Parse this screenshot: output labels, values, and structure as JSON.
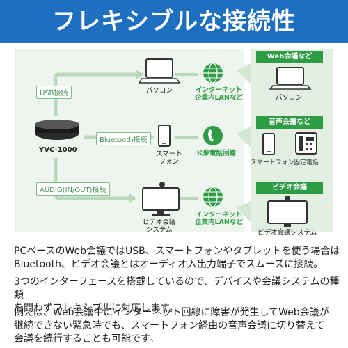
{
  "header": {
    "title": "フレキシブルな接続性"
  },
  "diagram": {
    "device_name": "YVC-1000",
    "links": {
      "usb": "USB接続",
      "bluetooth": "Bluetooth接続",
      "audio": "AUDIO(IN/OUT)接続"
    },
    "endpoints": {
      "pc": "パソコン",
      "smartphone_line1": "スマート",
      "smartphone_line2": "フォン",
      "vc_line1": "ビデオ会議",
      "vc_line2": "システム"
    },
    "networks": {
      "internet1_line1": "インターネット",
      "internet1_line2": "企業内LANなど",
      "phone": "公衆電話回線",
      "internet2_line1": "インターネット",
      "internet2_line2": "企業内LANなど"
    },
    "destinations": {
      "web_title": "Web会議など",
      "web_item": "パソコン",
      "audio_title": "音声会議など",
      "audio_item1": "スマートフォン",
      "audio_item2": "固定電話",
      "video_title": "ビデオ会議",
      "video_item": "ビデオ会議システム"
    },
    "colors": {
      "header": "#1f6fc1",
      "green": "#2e9b45",
      "panel": "#e9f3e9",
      "arrow": "#b9d8bb"
    },
    "icons": [
      "laptop-icon",
      "globe-icon",
      "phone-handset-icon",
      "smartphone-icon",
      "desk-phone-icon",
      "video-system-icon",
      "speakerphone-icon"
    ]
  },
  "body_text": {
    "p1_line1": "PCベースのWeb会議ではUSB、スマートフォンやタブレットを使う場合は",
    "p1_line2": "Bluetooth、ビデオ会議とはオーディオ入出力端子でスムーズに接続。",
    "p2_line1": "3つのインターフェースを搭載しているので、デバイスや会議システムの種類",
    "p2_line2": "を問わずフレキシブルに対応します。",
    "p3_line1": "例えば、Web会議中にインターネット回線に障害が発生してWeb会議が",
    "p3_line2": "継続できない緊急時でも、スマートフォン経由の音声会議に切り替えて",
    "p3_line3": "会議を続行することも可能です。"
  }
}
